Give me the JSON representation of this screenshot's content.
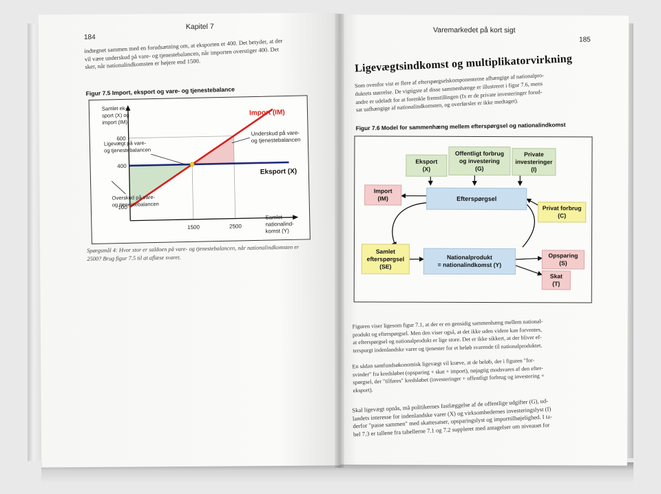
{
  "left_page": {
    "page_number": "184",
    "running_head": "Kapitel 7",
    "intro_lines": [
      "indtegnet sammen med en forudsætning om, at eksporten er 400. Det betyder, at der",
      "vil være underskud på vare- og tjenestebalancen, når importen overstiger 400. Det",
      "sker, når nationalindkomsten er højere end 1500."
    ],
    "figure_caption": "Figur 7.5  Import, eksport og vare- og tjenestebalance",
    "chart_data": {
      "type": "line",
      "title": "",
      "ylabel": "Samlet eksport (X) og import (IM)",
      "xlabel": "Samlet nationalindkomst (Y)",
      "x_ticks": [
        1500,
        2500
      ],
      "y_ticks": [
        100,
        400,
        600
      ],
      "series": [
        {
          "name": "Import (IM)",
          "color": "#d4211c",
          "x": [
            0,
            3500
          ],
          "y": [
            100,
            800
          ]
        },
        {
          "name": "Eksport (X)",
          "color": "#1f2a78",
          "x": [
            0,
            3500
          ],
          "y": [
            400,
            400
          ]
        }
      ],
      "labels": {
        "y_axis_line1": "Samlet ek-",
        "y_axis_line2": "sport (X) og",
        "y_axis_line3": "import (IM)",
        "x_axis_line1": "Samlet",
        "x_axis_line2": "nationalind-",
        "x_axis_line3": "komst  (Y)",
        "import": "Import (IM)",
        "eksport": "Eksport (X)",
        "underskud_line1": "Underskud på vare-",
        "underskud_line2": "og tjenestebalancen",
        "ligevaegt_line1": "Ligevægt på vare-",
        "ligevaegt_line2": "og tjenestebalancen",
        "overskud_line1": "Overskud på vare-",
        "overskud_line2": "og tjenestebalancen",
        "tick_600": "600",
        "tick_400": "400",
        "tick_100": "100",
        "tick_1500": "1500",
        "tick_2500": "2500"
      },
      "colors": {
        "surplus": "#cfe3cb",
        "deficit": "#f2c9c9"
      }
    },
    "question_lines": [
      "Spørgsmål 4: Hvor stor er saldoen på vare- og tjenestebalancen, når nationalindkomsten er",
      "2500? Brug figur 7.5 til at aflæse svaret."
    ]
  },
  "right_page": {
    "page_number": "185",
    "running_head": "Varemarkedet på kort sigt",
    "heading": "Ligevægtsindkomst og multiplikatorvirkning",
    "intro_lines": [
      "Som ovenfor vist er flere af efterspørgselskomponenterne afhængige af nationalpro-",
      "duktets størrelse. De vigtigste af disse sammenhænge er illustreret i figur 7.6, mens",
      "andre er udeladt for at forenkle fremstillingen (fx er de private investeringer forud-",
      "sat uafhængige af nationalindkomsten, og overførsler er ikke medtaget)."
    ],
    "figure_caption": "Figur 7.6  Model for sammenhæng mellem efterspørgsel og nationalindkomst",
    "diagram": {
      "eksport": [
        "Eksport",
        "(X)"
      ],
      "offentligt": [
        "Offentligt forbrug",
        "og investering",
        "(G)"
      ],
      "private": [
        "Private",
        "investeringer",
        "(I)"
      ],
      "import": [
        "Import",
        "(IM)"
      ],
      "efterspoergsel": "Efterspørgsel",
      "privat_forbrug": [
        "Privat forbrug",
        "(C)"
      ],
      "samlet": [
        "Samlet",
        "efterspørgsel",
        "(SE)"
      ],
      "nationalprodukt": [
        "Nationalprodukt",
        "= nationalindkomst (Y)"
      ],
      "opsparing": [
        "Opsparing",
        "(S)"
      ],
      "skat": [
        "Skat",
        "(T)"
      ],
      "colors": {
        "green": "#d9e8c8",
        "blue": "#c9dff0",
        "yellow": "#f7f2a0",
        "pink": "#f4cccc"
      }
    },
    "para1_lines": [
      "Figuren viser ligesom figur 7.1, at der er en gensidig sammenhæng mellem national-",
      "produkt og efterspørgsel. Men den viser også, at det ikke uden videre kan forventes,",
      "at efterspørgsel og nationalprodukt er lige store. Det er ikke sikkert, at der bliver ef-",
      "terspurgt indenlandske varer og tjenester for et beløb svarende til nationalproduktet."
    ],
    "para2_lines": [
      "En sådan samfundsøkonomisk ligevægt vil kræve, at de beløb, der i figuren \"for-",
      "svinder\" fra kredsløbet (opsparing + skat + import), nøjagtig modsvares af den efter-",
      "spørgsel, der \"tilføres\" kredsløbet (investeringer + offentligt forbrug og investering +",
      "eksport)."
    ],
    "para3_lines": [
      "Skal ligevægt opnås, må politikernes fastlæggelse af de offentlige udgifter (G), ud-",
      "landets interesse for indenlandske varer (X) og virksomhedernes investeringslyst (I)",
      "derfor \"passe sammen\" med skattesatser, opsparingslyst og importtilbøjelighed. I ta-",
      "bel 7.3 er tallene fra tabellerne 7.1 og 7.2 suppleret med antagelser om niveauet for"
    ]
  }
}
